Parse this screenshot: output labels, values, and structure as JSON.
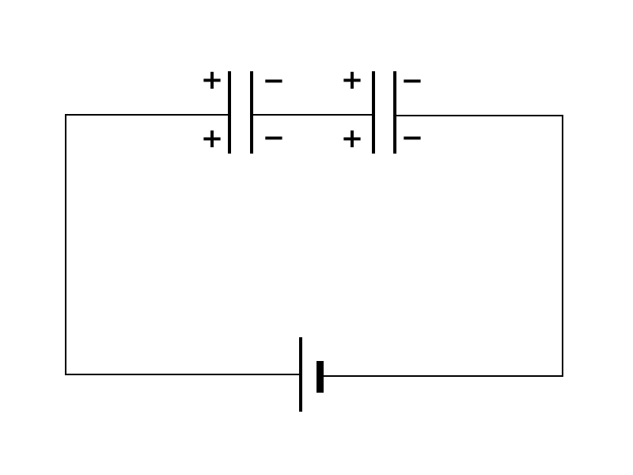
{
  "diagram": {
    "type": "circuit",
    "components": [
      {
        "kind": "capacitor",
        "left_plate_signs": [
          "+",
          "+"
        ],
        "right_plate_signs": [
          "−",
          "−"
        ]
      },
      {
        "kind": "capacitor",
        "left_plate_signs": [
          "+",
          "+"
        ],
        "right_plate_signs": [
          "−",
          "−"
        ]
      },
      {
        "kind": "battery"
      }
    ],
    "connection": "series",
    "colors": {
      "line": "#000000",
      "background": "#ffffff"
    }
  }
}
